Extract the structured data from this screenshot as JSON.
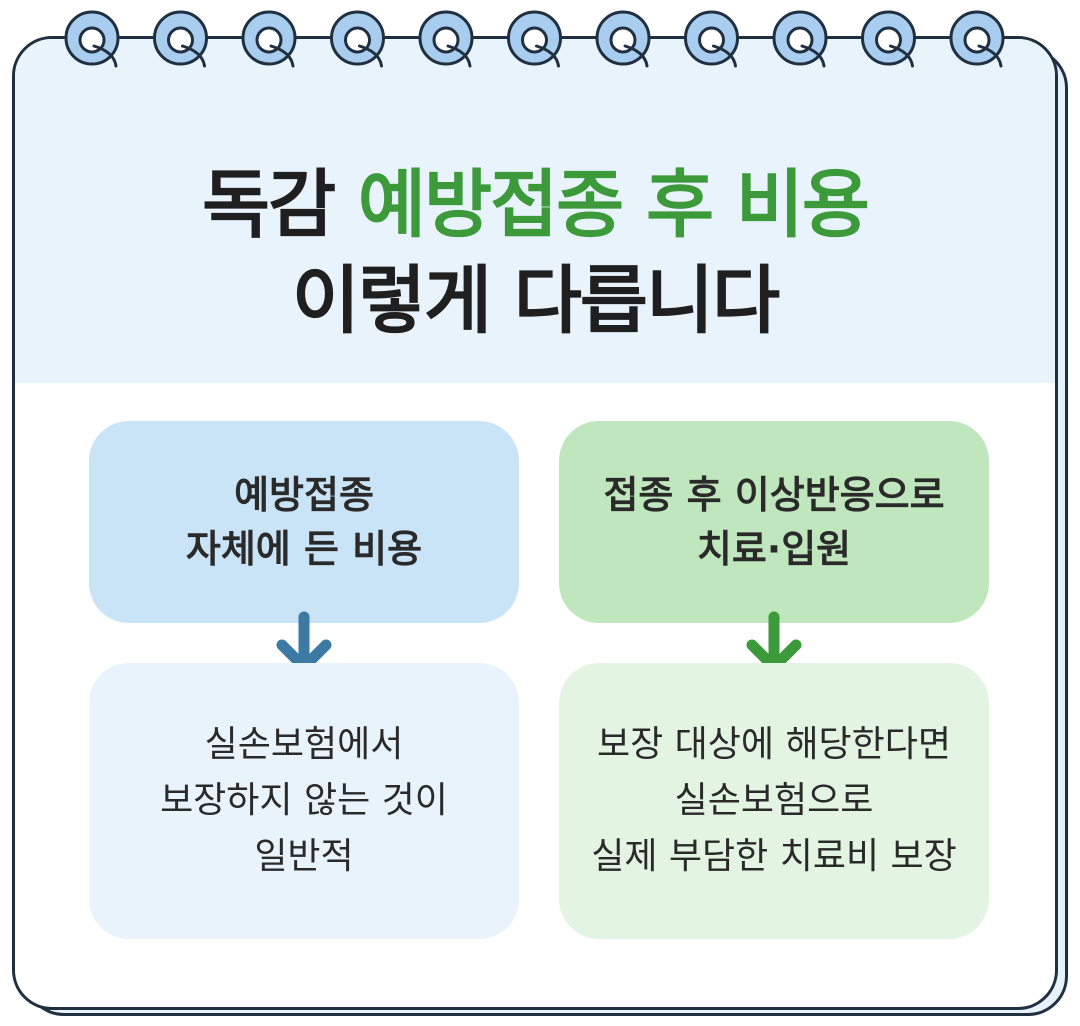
{
  "title": {
    "line1_part1": "독감",
    "line1_accent": "예방접종 후 비용",
    "line2": "이렇게 다릅니다"
  },
  "left": {
    "top_lines": [
      "예방접종",
      "자체에 든 비용"
    ],
    "bottom_lines": [
      "실손보험에서",
      "보장하지 않는 것이",
      "일반적"
    ]
  },
  "right": {
    "top_lines": [
      "접종 후 이상반응으로",
      "치료·입원"
    ],
    "bottom_lines": [
      "보장 대상에 해당한다면",
      "실손보험으로",
      "실제 부담한 치료비 보장"
    ]
  },
  "colors": {
    "accent_green": "#3c9a3a",
    "left_top_bg": "#c9e3f7",
    "left_bottom_bg": "#e8f3fc",
    "right_top_bg": "#bfe6bd",
    "right_bottom_bg": "#e4f4e2",
    "left_arrow": "#3d7aa3",
    "right_arrow": "#3c9a3a",
    "ring": "#a9cdef",
    "outline": "#203040"
  }
}
